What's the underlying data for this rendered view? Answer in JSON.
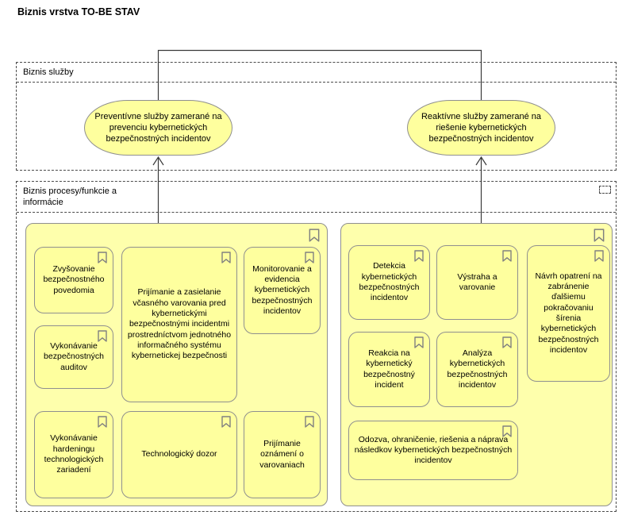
{
  "title": "Biznis vrstva TO-BE STAV",
  "groupings": {
    "services": {
      "label": "Biznis služby"
    },
    "processes": {
      "label": "Biznis procesy/funkcie a informácie"
    }
  },
  "services": {
    "preventive": {
      "label": "Preventívne služby zamerané na prevenciu kybernetických bezpečnostných incidentov"
    },
    "reactive": {
      "label": "Reaktívne služby zamerané na riešenie kybernetických bezpečnostných incidentov"
    }
  },
  "left_group": {
    "items": [
      {
        "label": "Zvyšovanie bezpečnostného povedomia"
      },
      {
        "label": "Prijímanie a zasielanie včasného varovania pred kybernetickými bezpečnostnými incidentmi prostredníctvom jednotného informačného systému kybernetickej bezpečnosti"
      },
      {
        "label": "Monitorovanie a evidencia kybernetických bezpečnostných incidentov"
      },
      {
        "label": "Vykonávanie bezpečnostných auditov"
      },
      {
        "label": "Vykonávanie hardeningu technologických zariadení"
      },
      {
        "label": "Technologický dozor"
      },
      {
        "label": "Prijímanie oznámení o varovaniach"
      }
    ]
  },
  "right_group": {
    "items": [
      {
        "label": "Detekcia kybernetických bezpečnostných incidentov"
      },
      {
        "label": "Výstraha a varovanie"
      },
      {
        "label": "Návrh opatrení na zabránenie ďalšiemu pokračovaniu šírenia kybernetických bezpečnostných incidentov"
      },
      {
        "label": "Reakcia na kybernetický bezpečnostný incident"
      },
      {
        "label": "Analýza kybernetických bezpečnostných incidentov"
      },
      {
        "label": "Odozva, ohraničenie, riešenia a náprava následkov kybernetických bezpečnostných incidentov"
      }
    ]
  },
  "icons": {
    "node_badge": "bookmark-icon"
  },
  "colors": {
    "element_fill": "#feff9e",
    "group_fill": "#feffac",
    "element_border": "#8f8f8f",
    "grouping_border": "#4a4a4a",
    "connector": "#3a3a3a",
    "icon_stroke": "#808080",
    "text": "#000000"
  }
}
